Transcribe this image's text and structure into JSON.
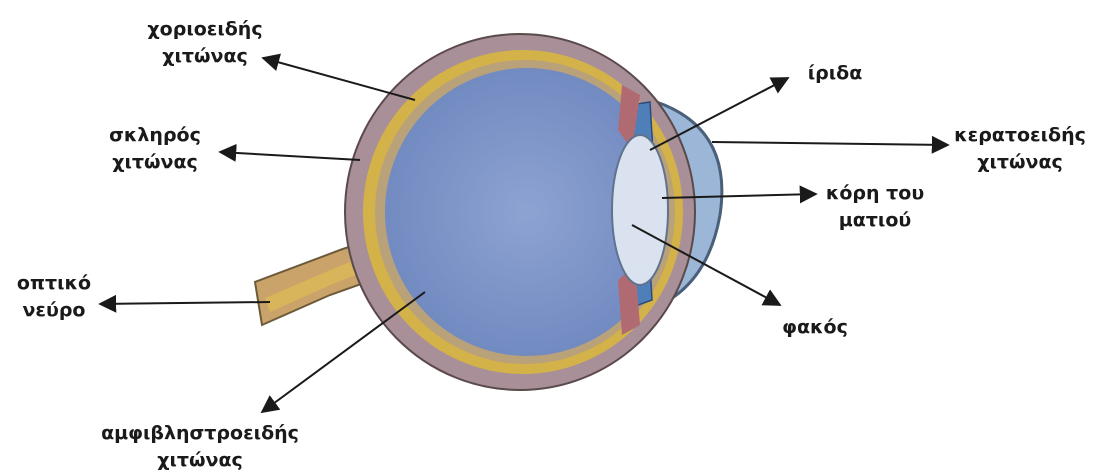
{
  "labels": {
    "choroid": [
      "χοριοειδής",
      "χιτώνας"
    ],
    "sclera": [
      "σκληρός",
      "χιτώνας"
    ],
    "optic_nerve": [
      "οπτικό",
      "νεύρο"
    ],
    "retina": [
      "αμφιβληστροειδής",
      "χιτώνας"
    ],
    "iris": [
      "ίριδα"
    ],
    "cornea": [
      "κερατοειδής",
      "χιτώνας"
    ],
    "pupil": [
      "κόρη του",
      "ματιού"
    ],
    "lens": [
      "φακός"
    ]
  },
  "colors": {
    "sclera": "#a88f98",
    "choroid": "#d4b24a",
    "vitreous": "#7b93c7",
    "cornea": "#9bb6d6",
    "iris": "#4f7fb8",
    "arrow": "#1a1a1a"
  }
}
